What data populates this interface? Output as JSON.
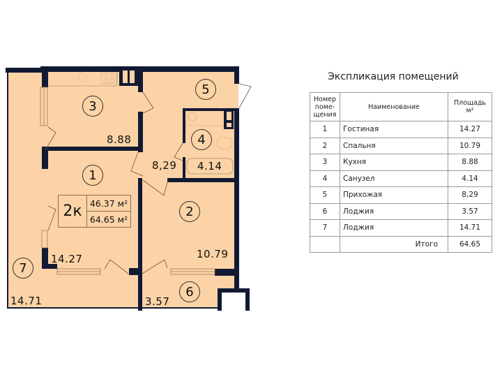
{
  "plan": {
    "apartment_type": "2к",
    "living_area": "46.37 м²",
    "total_area": "64.65 м²",
    "colors": {
      "floor": "#fbd3a6",
      "wall": "#121a33",
      "background": "#ffffff"
    },
    "rooms": [
      {
        "number": "1",
        "area": "14.27"
      },
      {
        "number": "2",
        "area": "10.79"
      },
      {
        "number": "3",
        "area": "8.88"
      },
      {
        "number": "4",
        "area": "4.14"
      },
      {
        "number": "5",
        "area": "8,29"
      },
      {
        "number": "6",
        "area": "3.57"
      },
      {
        "number": "7",
        "area": "14.71"
      }
    ]
  },
  "explication": {
    "title": "Экспликация помещений",
    "headers": {
      "number": "Номер поме-щения",
      "name": "Наименование",
      "area": "Площадь м²"
    },
    "rows": [
      {
        "number": "1",
        "name": "Гостиная",
        "area": "14.27"
      },
      {
        "number": "2",
        "name": "Спальня",
        "area": "10.79"
      },
      {
        "number": "3",
        "name": "Кухня",
        "area": "8.88"
      },
      {
        "number": "4",
        "name": "Санузел",
        "area": "4.14"
      },
      {
        "number": "5",
        "name": "Прихожая",
        "area": "8,29"
      },
      {
        "number": "6",
        "name": "Лоджия",
        "area": "3.57"
      },
      {
        "number": "7",
        "name": "Лоджия",
        "area": "14.71"
      }
    ],
    "total_label": "Итого",
    "total_value": "64.65"
  }
}
